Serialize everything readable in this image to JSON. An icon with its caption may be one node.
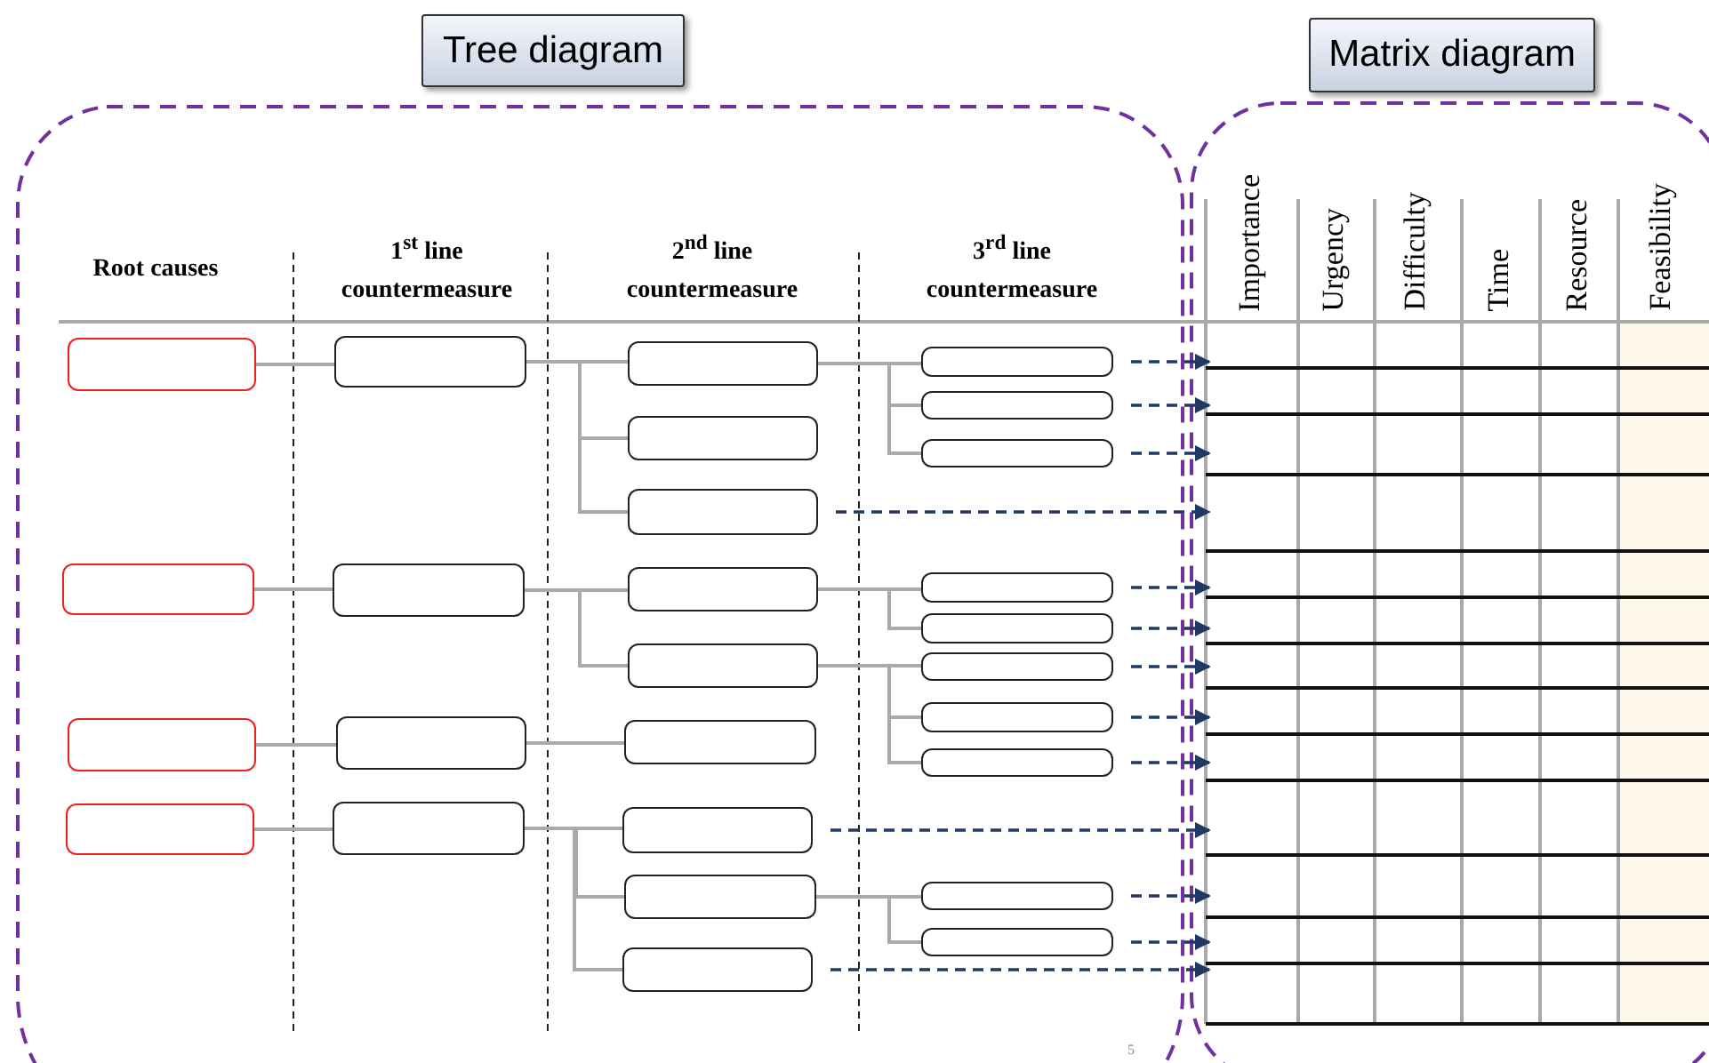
{
  "diagram": {
    "nodes": [
      {
        "text": [
          "Tree diagram"
        ]
      },
      {
        "text": [
          "Matrix diagram"
        ]
      },
      {
        "text": [],
        "shape": "box"
      },
      {
        "text": [],
        "shape": "box"
      },
      {
        "text": [],
        "shape": "box"
      },
      {
        "text": [],
        "shape": "box"
      },
      {
        "text": [],
        "shape": "box"
      },
      {
        "text": [],
        "shape": "box"
      },
      {
        "text": [],
        "shape": "box"
      },
      {
        "text": [],
        "shape": "box"
      },
      {
        "text": [],
        "shape": "box"
      },
      {
        "text": [],
        "shape": "box"
      },
      {
        "text": [],
        "shape": "box"
      },
      {
        "text": [],
        "shape": "box"
      },
      {
        "text": [],
        "shape": "box"
      },
      {
        "text": [],
        "shape": "box"
      },
      {
        "text": [],
        "shape": "box"
      },
      {
        "text": [],
        "shape": "box"
      },
      {
        "text": [],
        "shape": "box"
      },
      {
        "text": [],
        "shape": "box"
      },
      {
        "text": [],
        "shape": "box"
      },
      {
        "text": [],
        "shape": "box"
      },
      {
        "text": [],
        "shape": "box"
      },
      {
        "text": [],
        "shape": "box"
      },
      {
        "text": [],
        "shape": "box"
      },
      {
        "text": [],
        "shape": "box"
      },
      {
        "text": [],
        "shape": "box"
      },
      {
        "text": [],
        "shape": "box"
      },
      {
        "text": [],
        "shape": "box"
      }
    ],
    "edges": [
      {
        "from": 2,
        "to": 6,
        "arrow": "none"
      },
      {
        "from": 6,
        "to": 10,
        "arrow": "none"
      },
      {
        "from": 6,
        "to": 11,
        "arrow": "none"
      },
      {
        "from": 6,
        "to": 12,
        "arrow": "none"
      },
      {
        "from": 10,
        "to": 19,
        "arrow": "none"
      },
      {
        "from": 10,
        "to": 20,
        "arrow": "none"
      },
      {
        "from": 10,
        "to": 21,
        "arrow": "none"
      },
      {
        "from": 3,
        "to": 7,
        "arrow": "none"
      },
      {
        "from": 7,
        "to": 13,
        "arrow": "none"
      },
      {
        "from": 7,
        "to": 14,
        "arrow": "none"
      },
      {
        "from": 13,
        "to": 22,
        "arrow": "none"
      },
      {
        "from": 13,
        "to": 23,
        "arrow": "none"
      },
      {
        "from": 14,
        "to": 24,
        "arrow": "none"
      },
      {
        "from": 14,
        "to": 25,
        "arrow": "none"
      },
      {
        "from": 14,
        "to": 26,
        "arrow": "none"
      },
      {
        "from": 4,
        "to": 8,
        "arrow": "none"
      },
      {
        "from": 8,
        "to": 15,
        "arrow": "none"
      },
      {
        "from": 5,
        "to": 9,
        "arrow": "none"
      },
      {
        "from": 9,
        "to": 16,
        "arrow": "none"
      },
      {
        "from": 9,
        "to": 17,
        "arrow": "none"
      },
      {
        "from": 9,
        "to": 18,
        "arrow": "none"
      },
      {
        "from": 17,
        "to": 27,
        "arrow": "none"
      },
      {
        "from": 17,
        "to": 28,
        "arrow": "none"
      },
      {
        "from": 19,
        "to": null,
        "arrow": "to",
        "style": "dashed",
        "color": "#1f3864"
      },
      {
        "from": 20,
        "to": null,
        "arrow": "to",
        "style": "dashed",
        "color": "#1f3864"
      },
      {
        "from": 21,
        "to": null,
        "arrow": "to",
        "style": "dashed",
        "color": "#1f3864"
      },
      {
        "from": 12,
        "to": null,
        "arrow": "to",
        "style": "dashed",
        "color": "#1f3864"
      },
      {
        "from": 22,
        "to": null,
        "arrow": "to",
        "style": "dashed",
        "color": "#1f3864"
      },
      {
        "from": 23,
        "to": null,
        "arrow": "to",
        "style": "dashed",
        "color": "#1f3864"
      },
      {
        "from": 24,
        "to": null,
        "arrow": "to",
        "style": "dashed",
        "color": "#1f3864"
      },
      {
        "from": 25,
        "to": null,
        "arrow": "to",
        "style": "dashed",
        "color": "#1f3864"
      },
      {
        "from": 26,
        "to": null,
        "arrow": "to",
        "style": "dashed",
        "color": "#1f3864"
      },
      {
        "from": 16,
        "to": null,
        "arrow": "to",
        "style": "dashed",
        "color": "#1f3864"
      },
      {
        "from": 27,
        "to": null,
        "arrow": "to",
        "style": "dashed",
        "color": "#1f3864"
      },
      {
        "from": 28,
        "to": null,
        "arrow": "to",
        "style": "dashed",
        "color": "#1f3864"
      },
      {
        "from": 18,
        "to": null,
        "arrow": "to",
        "style": "dashed",
        "color": "#1f3864"
      }
    ],
    "labels": [
      "Root causes",
      "1$^{st}$ line countermeasure",
      "2$^{nd}$ line countermeasure",
      "3$^{rd}$ line countermeasure",
      "Importance",
      "Urgency",
      "Difficulty",
      "Time",
      "Resource",
      "Feasibility",
      "5"
    ]
  }
}
